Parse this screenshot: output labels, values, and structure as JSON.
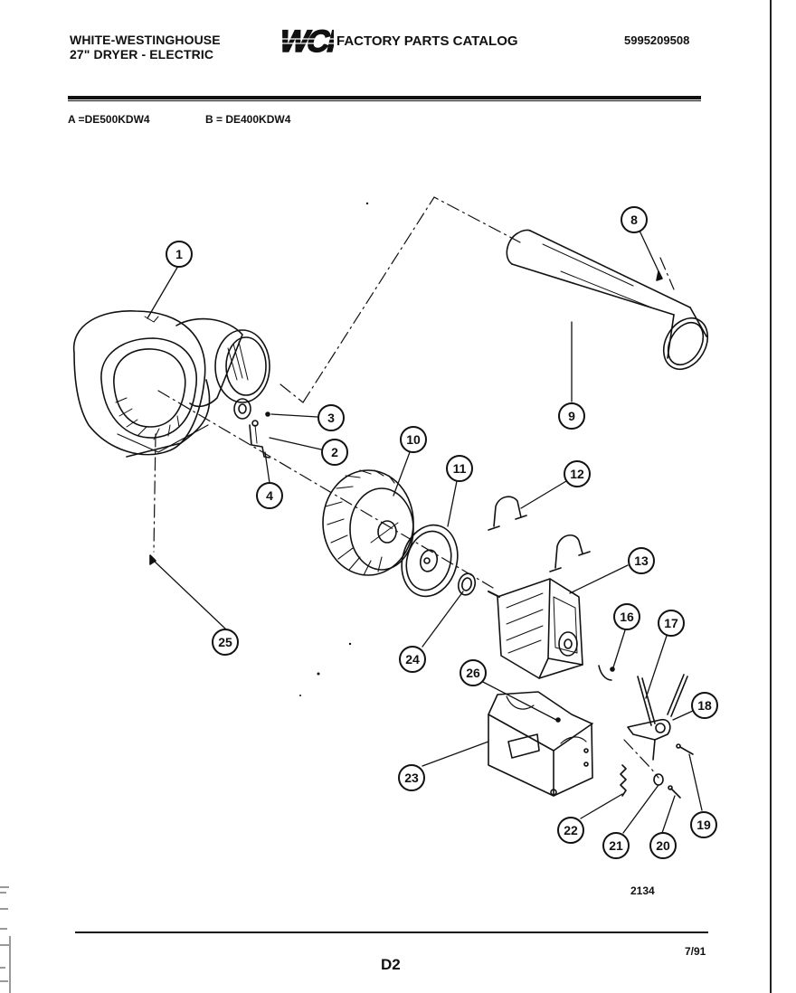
{
  "header": {
    "brand_line1": "WHITE-WESTINGHOUSE",
    "brand_line2": "27\" DRYER - ELECTRIC",
    "logo_text": "WCI",
    "catalog_title": "FACTORY PARTS CATALOG",
    "catalog_number": "5995209508"
  },
  "models": {
    "a": "A =DE500KDW4",
    "b": "B = DE400KDW4"
  },
  "callouts": [
    "1",
    "2",
    "3",
    "4",
    "8",
    "9",
    "10",
    "11",
    "12",
    "13",
    "16",
    "17",
    "18",
    "19",
    "20",
    "21",
    "22",
    "23",
    "24",
    "25",
    "26"
  ],
  "footer": {
    "diagram_number": "2134",
    "page_code": "D2",
    "date": "7/91"
  }
}
